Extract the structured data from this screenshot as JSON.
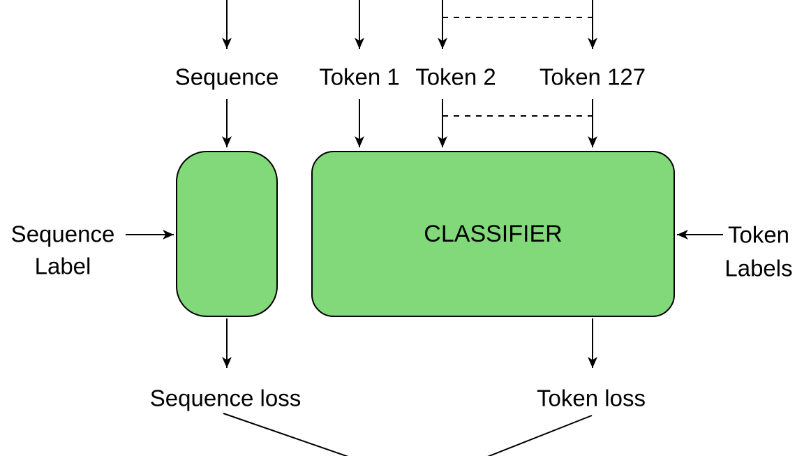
{
  "colors": {
    "background": "#ffffff",
    "box_fill": "#82d97a",
    "box_stroke": "#000000",
    "line": "#000000",
    "text": "#000000"
  },
  "top_inputs": {
    "sequence": "Sequence",
    "token1": "Token 1",
    "token2": "Token 2",
    "token127": "Token 127"
  },
  "classifier_box": {
    "label": "CLASSIFIER"
  },
  "sequence_label_input": {
    "line1": "Sequence",
    "line2": "Label"
  },
  "token_labels_input": {
    "line1": "Token",
    "line2": "Labels"
  },
  "outputs": {
    "sequence_loss": "Sequence loss",
    "token_loss": "Token loss"
  }
}
